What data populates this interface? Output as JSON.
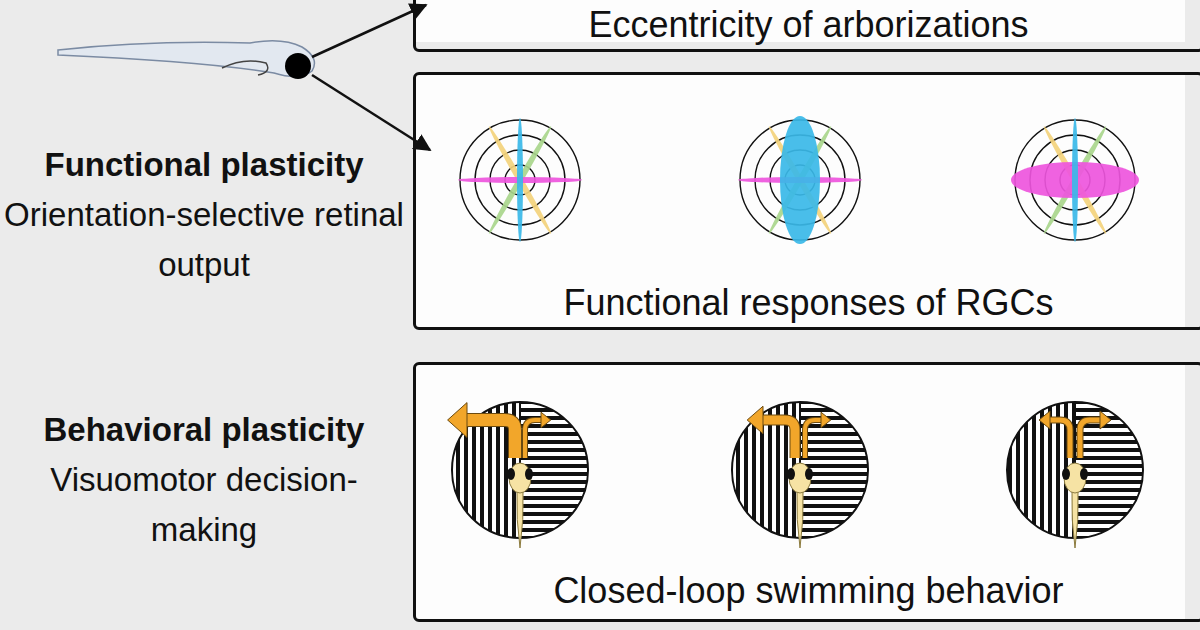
{
  "diagram": {
    "nodes": [
      {
        "text": [
          "Eccentricity of arborizations"
        ]
      },
      {
        "text": [
          "Functional responses of RGCs"
        ]
      },
      {
        "text": [
          "Closed-loop swimming behavior"
        ]
      }
    ],
    "labels": [
      "Functional plasticity",
      "Orientation-selective retinal output",
      "Behavioral plasticity",
      "Visuomotor decision-making"
    ]
  }
}
